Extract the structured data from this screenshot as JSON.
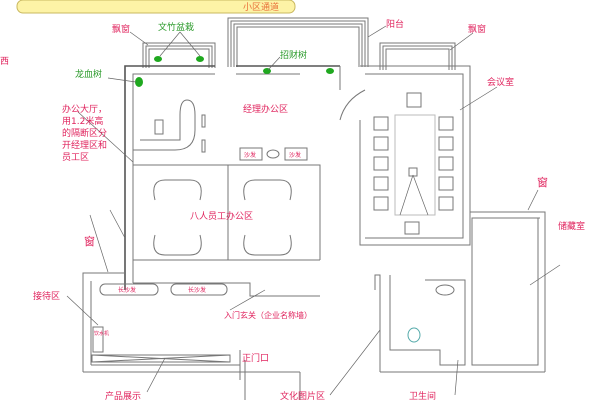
{
  "title_banner": "小区通道",
  "labels": {
    "bay_window_left": "飘窗",
    "bamboo_plant": "文竹盆栽",
    "balcony": "阳台",
    "bay_window_right": "飘窗",
    "dragon_tree": "龙血树",
    "money_tree": "招财树",
    "meeting_room": "会议室",
    "office_hall_note": [
      "办公大厅，",
      "用1.2米高",
      "的隔断区分",
      "开经理区和",
      "员工区"
    ],
    "manager_area": "经理办公区",
    "sofa_1": "沙发",
    "sofa_2": "沙发",
    "staff_area": "八人员工办公区",
    "window_left": "窗",
    "window_right": "窗",
    "storage_room": "储藏室",
    "reception": "接待区",
    "long_sofa_1": "长沙发",
    "long_sofa_2": "长沙发",
    "water_dispenser": "饮水机",
    "entrance_hall": "入门玄关（企业名称墙）",
    "main_entrance": "正门口",
    "product_display": "产品展示",
    "culture_pictures": "文化图片区",
    "restroom": "卫生间",
    "edge_left": "西"
  },
  "colors": {
    "label": "#e0245e",
    "plant_label": "#2a9a2a",
    "banner": "#fdf3a6"
  }
}
